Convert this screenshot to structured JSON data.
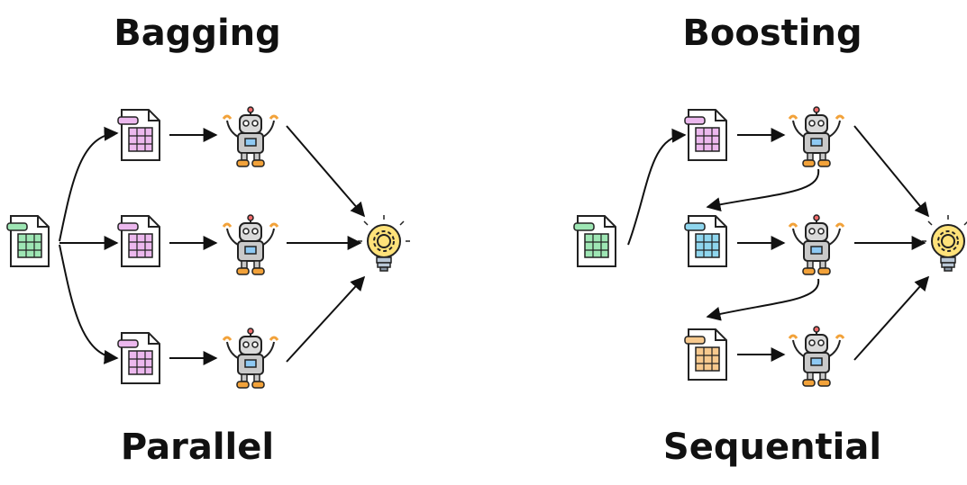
{
  "bagging": {
    "title": "Bagging",
    "subtitle": "Parallel"
  },
  "boosting": {
    "title": "Boosting",
    "subtitle": "Sequential"
  },
  "colors": {
    "green_sheet": "#9ee6b4",
    "pink_sheet": "#ecb8ee",
    "blue_sheet": "#8fd6ee",
    "orange_sheet": "#f7c98e",
    "robot_orange": "#f2a23a",
    "robot_gray": "#c9c9c9",
    "robot_blue": "#8ec9f3",
    "bulb_yellow": "#ffe27a"
  }
}
